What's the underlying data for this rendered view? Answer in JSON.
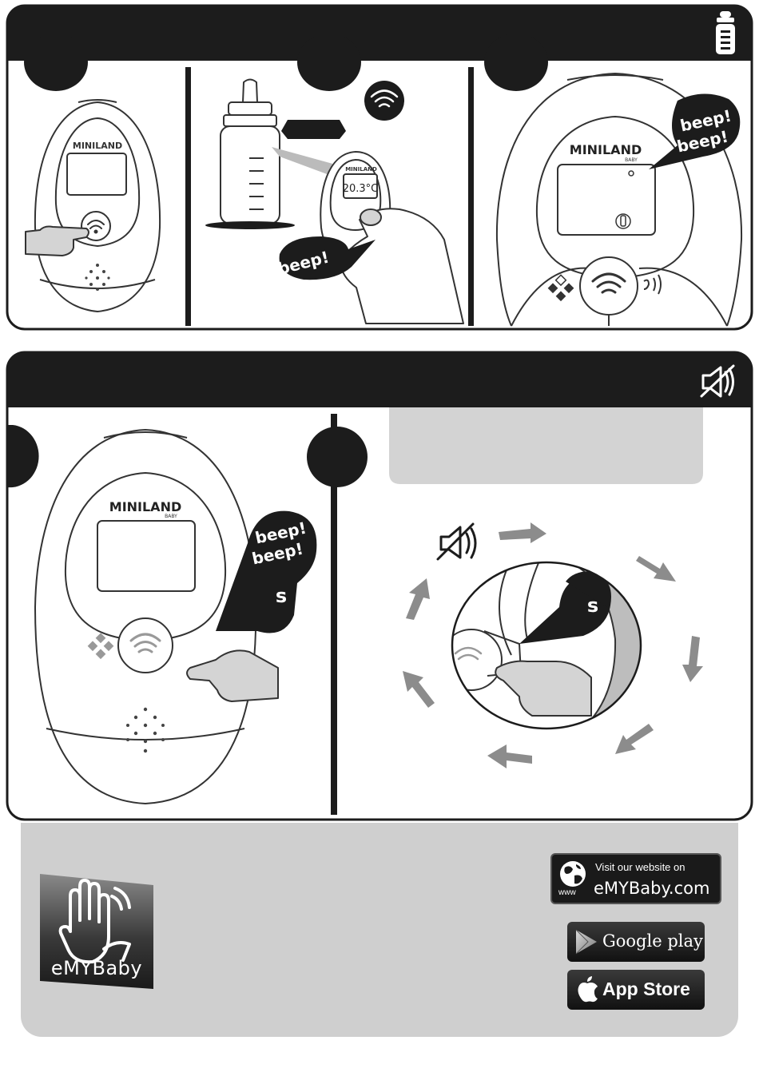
{
  "brand": "MINILAND",
  "brand_sub": "BABY",
  "section1": {
    "icon": "baby-bottle-icon",
    "panel1": {
      "icon": "wifi-button-icon"
    },
    "panel2": {
      "display": "20.3°C",
      "sound": "beep!",
      "icon": "wifi-icon"
    },
    "panel3": {
      "sound_line1": "beep!",
      "sound_line2": "beep!"
    }
  },
  "section2": {
    "icon": "mute-speaker-icon",
    "panel1": {
      "sound_line1": "beep!",
      "sound_line2": "beep!",
      "time_unit": "s"
    },
    "panel2": {
      "time_unit": "s"
    }
  },
  "footer": {
    "logo_text": "eMYBaby",
    "visit": {
      "line1": "Visit our website on",
      "small": "www",
      "site": "eMYBaby.com"
    },
    "google": {
      "label": "Google play"
    },
    "apple": {
      "label": "App Store"
    }
  },
  "colors": {
    "dark": "#1c1c1c",
    "gray_panel": "#cfcfcf",
    "arrow_gray": "#8c8c8c"
  }
}
